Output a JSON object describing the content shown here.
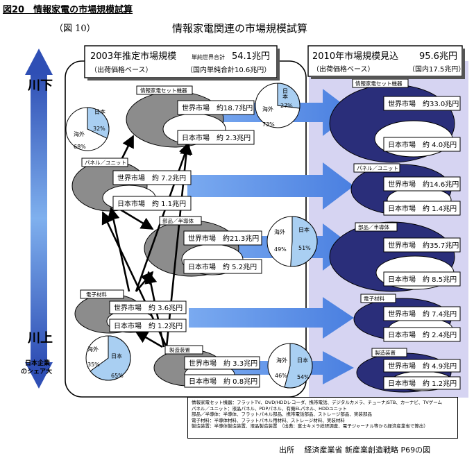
{
  "figure_title": "図20　情報家電の市場規模試算",
  "figure_number": "（図 10）",
  "figure_subtitle": "情報家電関連の市場規模試算",
  "axis": {
    "downstream": "川下",
    "upstream": "川上",
    "share_label_1": "日本企業",
    "share_label_2": "のシェア大"
  },
  "header_2003": {
    "title": "2003年推定市場規模",
    "total_label": "単純世界合計",
    "total_value": "54.1兆円",
    "basis": "（出荷価格ベース）",
    "domestic": "（国内単純合計10.6兆円）"
  },
  "header_2010": {
    "title": "2010年市場規模見込",
    "total_value": "95.6兆円",
    "basis": "（出荷価格ベース）",
    "domestic": "（国内17.5兆円）"
  },
  "segments_2003": [
    {
      "name": "情報家電セット機器",
      "world": "世界市場　約18.7兆円",
      "japan": "日本市場　約 2.3兆円"
    },
    {
      "name": "パネル／ユニット",
      "world": "世界市場　約 7.2兆円",
      "japan": "日本市場　約 1.1兆円"
    },
    {
      "name": "部品／半導体",
      "world": "世界市場　約21.3兆円",
      "japan": "日本市場　約 5.2兆円"
    },
    {
      "name": "電子材料",
      "world": "世界市場　約 3.6兆円",
      "japan": "日本市場　約 1.2兆円"
    },
    {
      "name": "製造装置",
      "world": "世界市場　約 3.3兆円",
      "japan": "日本市場　約 0.8兆円"
    }
  ],
  "segments_2010": [
    {
      "name": "情報家電セット機器",
      "world": "世界市場　約33.0兆円",
      "japan": "日本市場　約 4.0兆円"
    },
    {
      "name": "パネル／ユニット",
      "world": "世界市場　約14.6兆円",
      "japan": "日本市場　約 1.4兆円"
    },
    {
      "name": "部品／半導体",
      "world": "世界市場　約35.7兆円",
      "japan": "日本市場　約 8.5兆円"
    },
    {
      "name": "電子材料",
      "world": "世界市場　約 7.4兆円",
      "japan": "日本市場　約 2.4兆円"
    },
    {
      "name": "製造装置",
      "world": "世界市場　約 4.9兆円",
      "japan": "日本市場　約 1.2兆円"
    }
  ],
  "pies": [
    {
      "id": "set",
      "japan_label": "日本",
      "japan_pct": "27%",
      "overseas_label": "海外",
      "overseas_pct": "73%",
      "japan_share": 0.27
    },
    {
      "id": "panel",
      "japan_label": "日本",
      "japan_pct": "32%",
      "overseas_label": "海外",
      "overseas_pct": "68%",
      "japan_share": 0.32
    },
    {
      "id": "parts",
      "japan_label": "日本",
      "japan_pct": "51%",
      "overseas_label": "海外",
      "overseas_pct": "49%",
      "japan_share": 0.51
    },
    {
      "id": "material",
      "japan_label": "日本",
      "japan_pct": "65%",
      "overseas_label": "海外",
      "overseas_pct": "35%",
      "japan_share": 0.65
    },
    {
      "id": "equipment",
      "japan_label": "日本",
      "japan_pct": "54%",
      "overseas_label": "海外",
      "overseas_pct": "46%",
      "japan_share": 0.54
    }
  ],
  "legend_lines": [
    "情報家電セット機器：フラットTV、DVD/HDDレコーダ、携帯電話、デジタルカメラ、チューナ/STB、カーナビ、TVゲーム",
    "パネル／ユニット：液晶パネル、PDPパネル、有機ELパネル、HDDユニット",
    "部品／半導体：半導体、フラットパネル部品、携帯電話部品、ストレージ部品、実装部品",
    "電子材料：半導体材料、フラットパネル用材料、ストレージ材料、実装材料",
    "製造装置：半導体製造装置、液晶製造装置　（出典：富士キメラ総研調査、電子ジャーナル等から経済産業省で算出）"
  ],
  "source": "出所　 経済産業省 新産業創造戦略 P69の図",
  "colors": {
    "navy": "#2a2e7a",
    "gray": "#8c8c8c",
    "panel": "#d6d4f2",
    "japan_fill": "#a9cff2",
    "arrow_blue": "#5b93e8"
  }
}
